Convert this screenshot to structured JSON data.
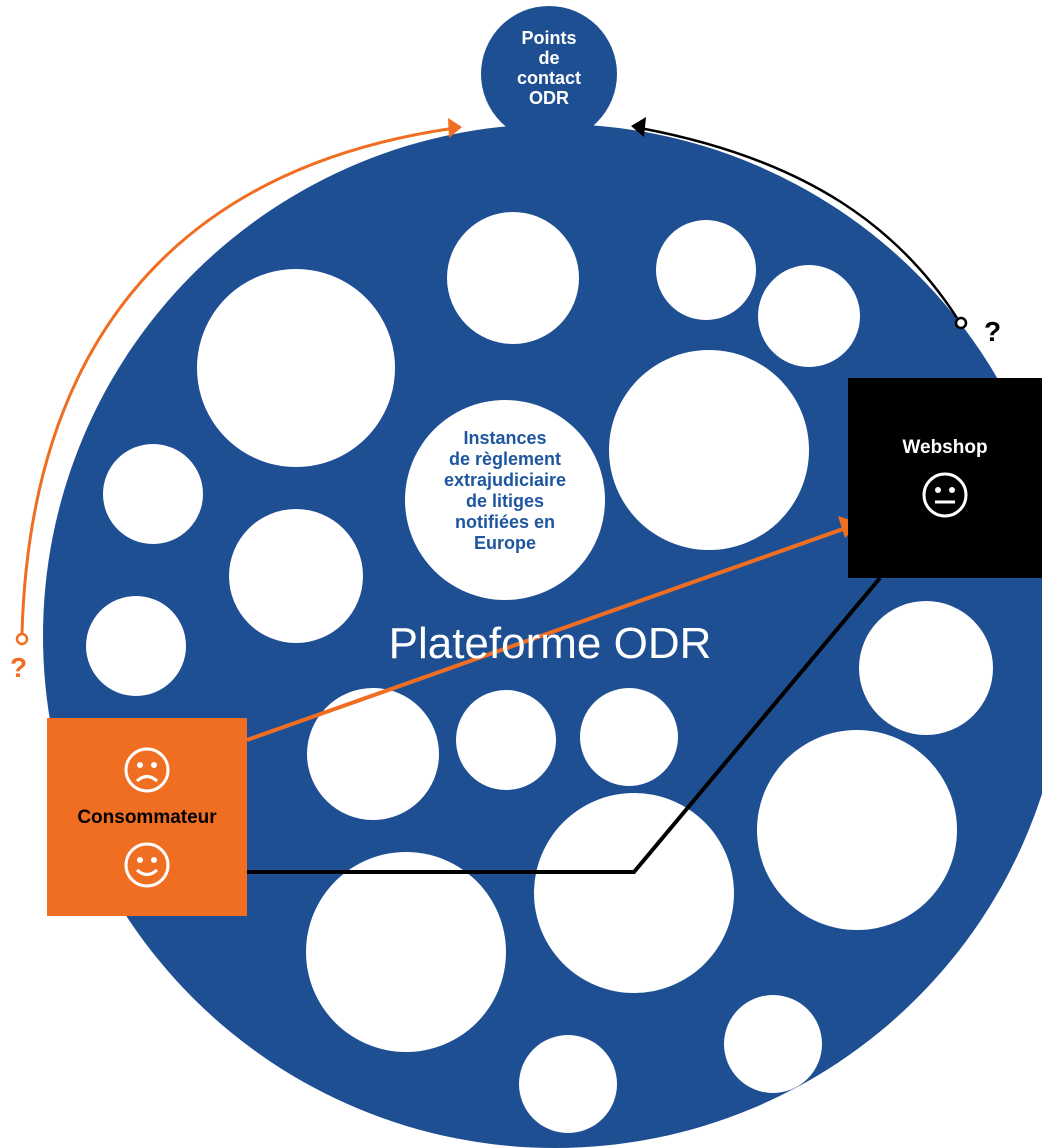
{
  "contact_point": {
    "lines": [
      "Points",
      "de",
      "contact",
      "ODR"
    ]
  },
  "platform": {
    "label": "Plateforme ODR"
  },
  "ods_bodies": {
    "lines": [
      "Instances",
      "de règlement",
      "extrajudiciaire",
      "de litiges",
      "notifiées en",
      "Europe"
    ]
  },
  "webshop": {
    "label": "Webshop",
    "face_icon": "neutral-face-icon"
  },
  "consumer": {
    "label": "Consommateur",
    "icons": [
      "sad-face-icon",
      "smiley-face-icon"
    ]
  },
  "question_marks": {
    "right": "?",
    "left": "?"
  },
  "colors": {
    "platform_blue": "#1f4f93",
    "consumer_orange": "#f06e22",
    "webshop_black": "#000000",
    "text_blue": "#1f56a0"
  }
}
